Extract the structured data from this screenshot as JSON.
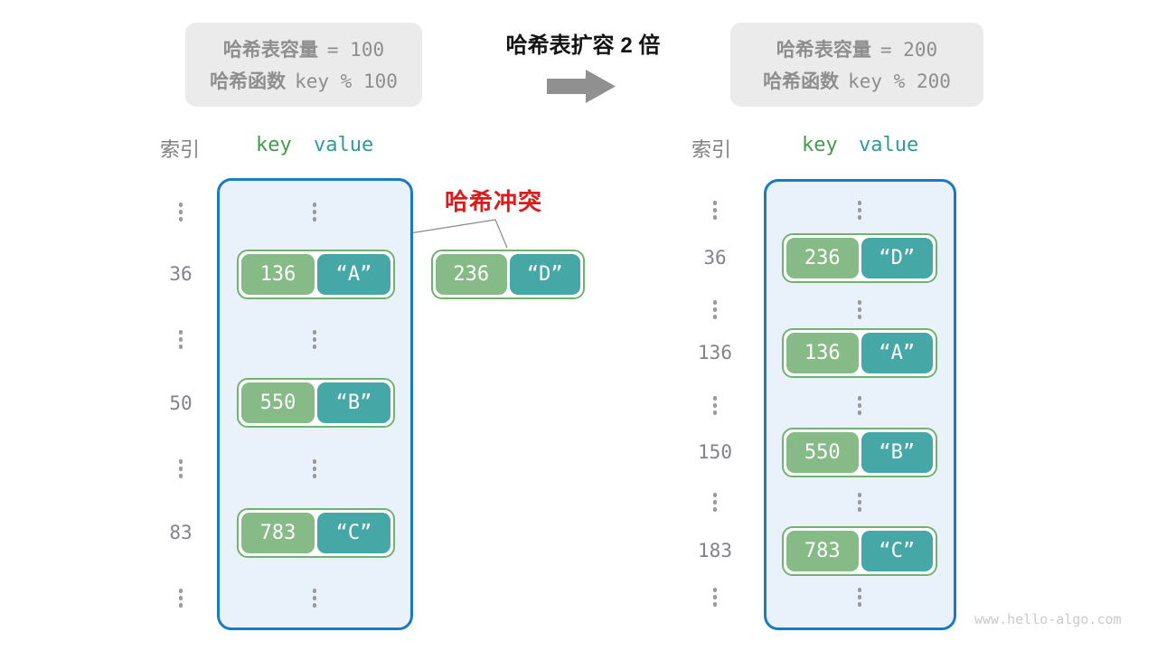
{
  "colors": {
    "info_box_bg": "#EBEBEB",
    "info_text": "#8E8E8E",
    "title_text": "#141414",
    "arrow_gray": "#909090",
    "frame_border_blue": "#1B7AC4",
    "frame_fill": "#E9F2FA",
    "pair_border_green": "#71B271",
    "key_fill_green": "#86BA86",
    "value_fill_teal": "#45A8A6",
    "header_key_green": "#459A4E",
    "header_value_teal": "#2F9A96",
    "index_gray": "#82828A",
    "collision_red": "#DD1B1B",
    "watermark_gray": "#CACACA"
  },
  "transform": {
    "title": "哈希表扩容 2 倍"
  },
  "before": {
    "info": {
      "line1_label": "哈希表容量",
      "line1_value": "= 100",
      "line2_label": "哈希函数",
      "line2_value": "key % 100"
    },
    "header": {
      "index": "索引",
      "key": "key",
      "value": "value"
    },
    "rows": [
      {
        "index": "36",
        "key": "136",
        "value": "“A”"
      },
      {
        "index": "50",
        "key": "550",
        "value": "“B”"
      },
      {
        "index": "83",
        "key": "783",
        "value": "“C”"
      }
    ]
  },
  "collision": {
    "label": "哈希冲突",
    "key": "236",
    "value": "“D”"
  },
  "after": {
    "info": {
      "line1_label": "哈希表容量",
      "line1_value": "= 200",
      "line2_label": "哈希函数",
      "line2_value": "key % 200"
    },
    "header": {
      "index": "索引",
      "key": "key",
      "value": "value"
    },
    "rows": [
      {
        "index": "36",
        "key": "236",
        "value": "“D”"
      },
      {
        "index": "136",
        "key": "136",
        "value": "“A”"
      },
      {
        "index": "150",
        "key": "550",
        "value": "“B”"
      },
      {
        "index": "183",
        "key": "783",
        "value": "“C”"
      }
    ]
  },
  "watermark": "www.hello-algo.com"
}
